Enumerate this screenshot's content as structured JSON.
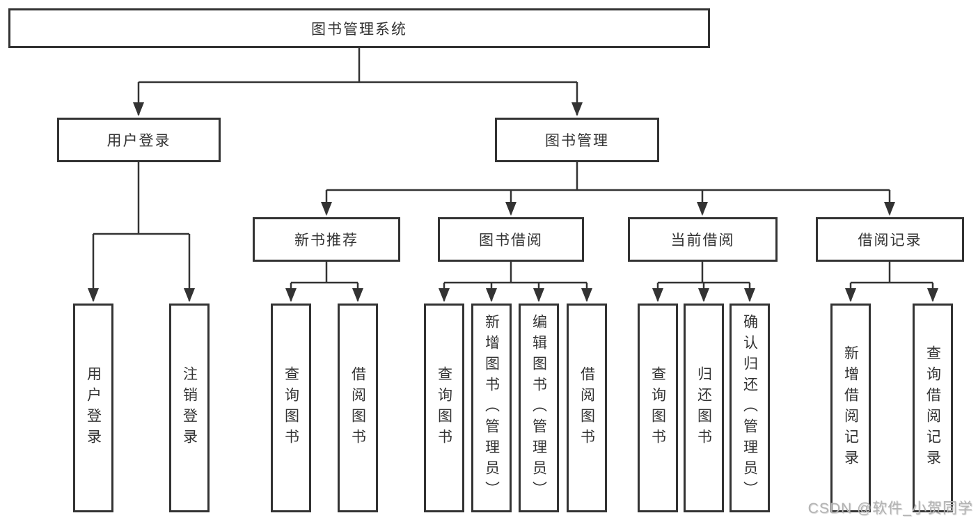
{
  "colors": {
    "line": "#333333",
    "box_border": "#333333",
    "text": "#333333",
    "watermark": "#b3b3b3",
    "background": "#ffffff"
  },
  "tree": {
    "root": {
      "label": "图书管理系统"
    },
    "branches": [
      {
        "label": "用户登录",
        "leaves": [
          {
            "label": "用户登录"
          },
          {
            "label": "注销登录"
          }
        ]
      },
      {
        "label": "图书管理",
        "children": [
          {
            "label": "新书推荐",
            "leaves": [
              {
                "label": "查询图书"
              },
              {
                "label": "借阅图书"
              }
            ]
          },
          {
            "label": "图书借阅",
            "leaves": [
              {
                "label": "查询图书"
              },
              {
                "label": "新增图书（管理员）"
              },
              {
                "label": "编辑图书（管理员）"
              },
              {
                "label": "借阅图书"
              }
            ]
          },
          {
            "label": "当前借阅",
            "leaves": [
              {
                "label": "查询图书"
              },
              {
                "label": "归还图书"
              },
              {
                "label": "确认归还（管理员）"
              }
            ]
          },
          {
            "label": "借阅记录",
            "leaves": [
              {
                "label": "新增借阅记录"
              },
              {
                "label": "查询借阅记录"
              }
            ]
          }
        ]
      }
    ]
  },
  "watermark": {
    "text": "CSDN @软件_小贺同学"
  }
}
